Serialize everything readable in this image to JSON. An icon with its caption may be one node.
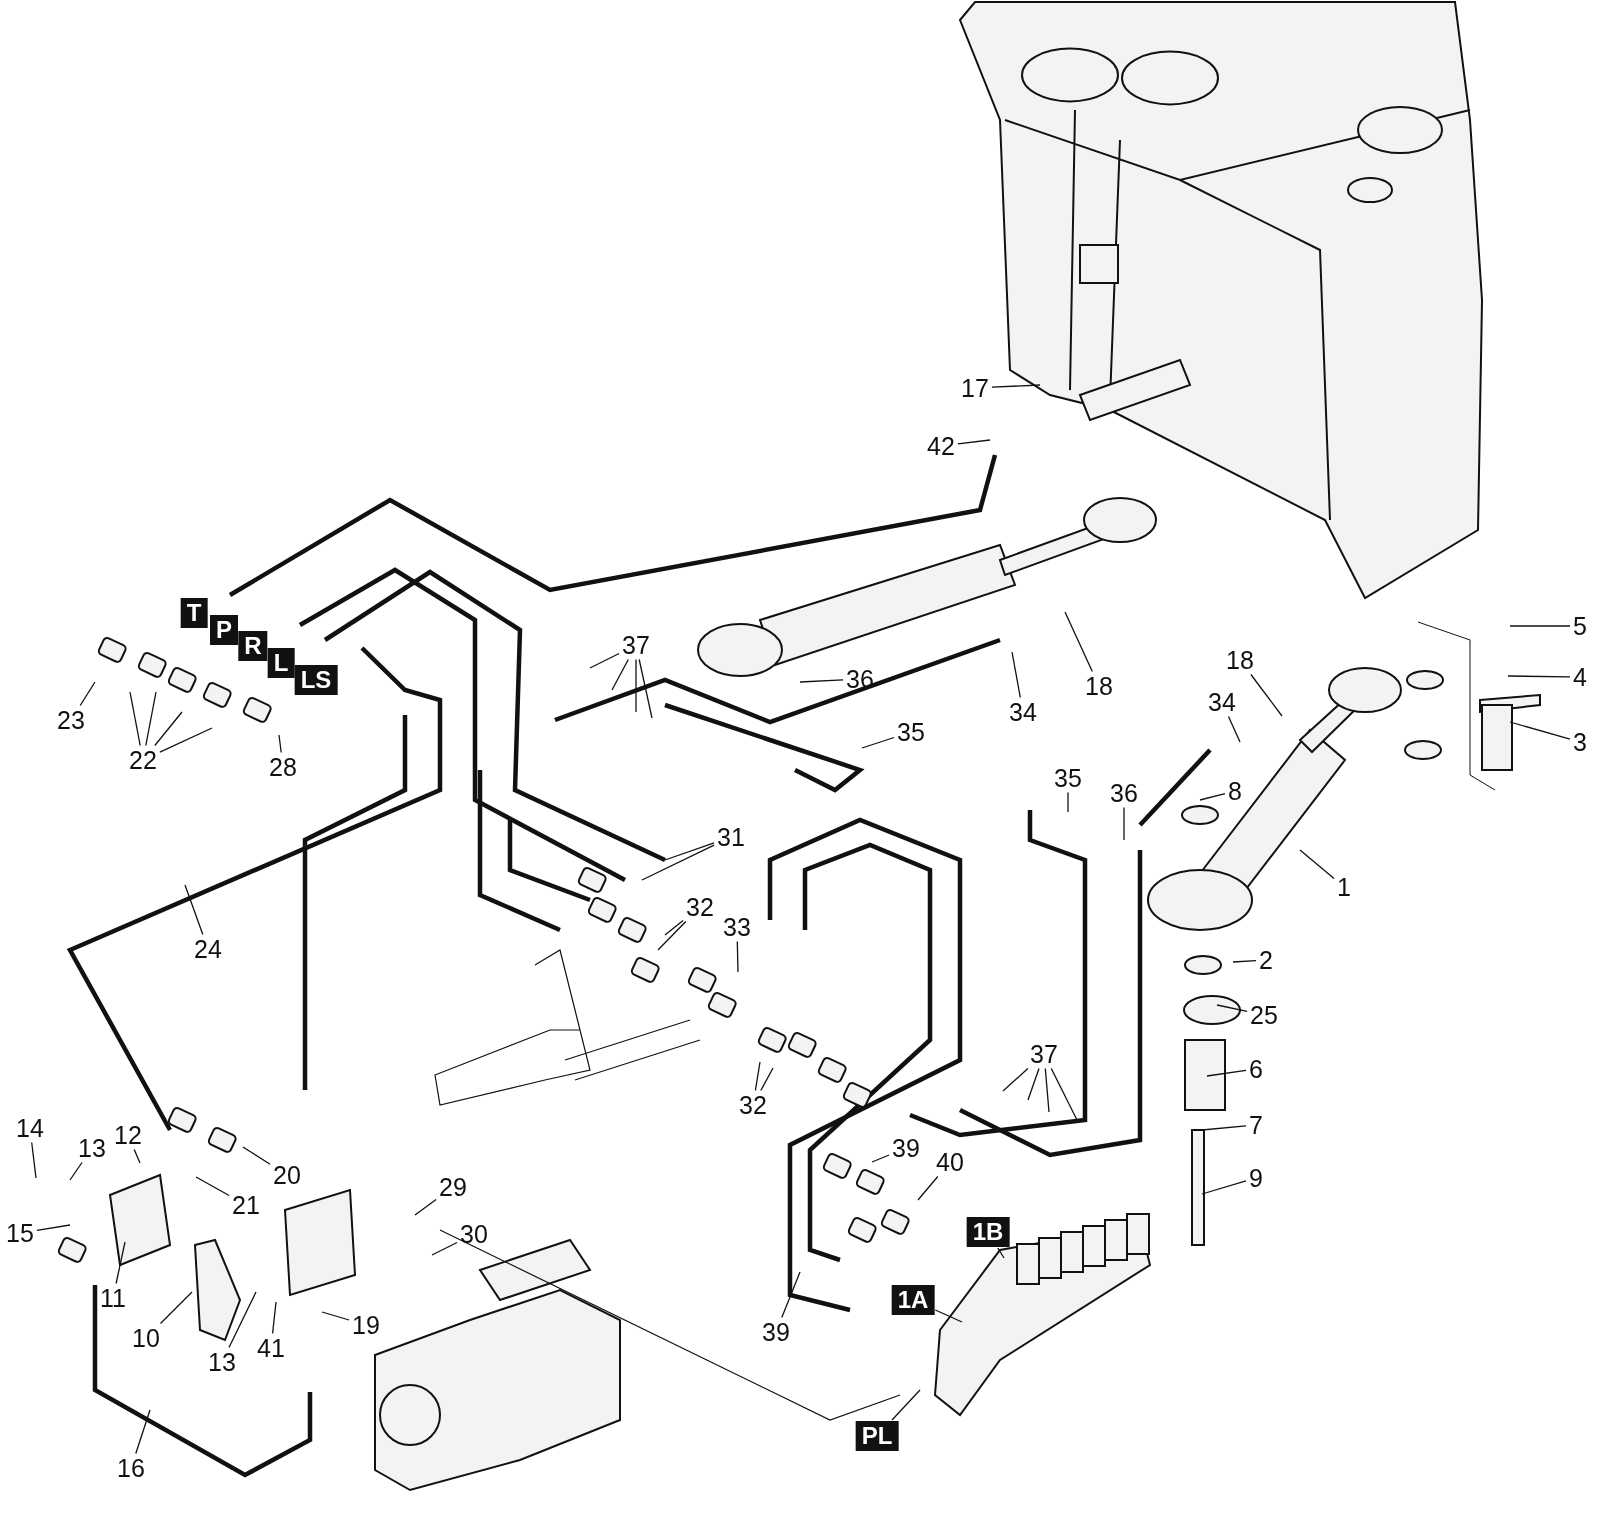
{
  "diagram": {
    "nodes": [
      {
        "text": [
          "17"
        ]
      },
      {
        "text": [
          "42"
        ]
      },
      {
        "text": [
          "37"
        ]
      },
      {
        "text": [
          "36"
        ]
      },
      {
        "text": [
          "18"
        ]
      },
      {
        "text": [
          "34"
        ]
      },
      {
        "text": [
          "35"
        ]
      },
      {
        "text": [
          "5"
        ]
      },
      {
        "text": [
          "4"
        ]
      },
      {
        "text": [
          "3"
        ]
      },
      {
        "text": [
          "18"
        ]
      },
      {
        "text": [
          "34"
        ]
      },
      {
        "text": [
          "35"
        ]
      },
      {
        "text": [
          "36"
        ]
      },
      {
        "text": [
          "8"
        ]
      },
      {
        "text": [
          "23"
        ]
      },
      {
        "text": [
          "22"
        ]
      },
      {
        "text": [
          "28"
        ]
      },
      {
        "text": [
          "31"
        ]
      },
      {
        "text": [
          "1"
        ]
      },
      {
        "text": [
          "32"
        ]
      },
      {
        "text": [
          "33"
        ]
      },
      {
        "text": [
          "24"
        ]
      },
      {
        "text": [
          "2"
        ]
      },
      {
        "text": [
          "25"
        ]
      },
      {
        "text": [
          "6"
        ]
      },
      {
        "text": [
          "37"
        ]
      },
      {
        "text": [
          "32"
        ]
      },
      {
        "text": [
          "7"
        ]
      },
      {
        "text": [
          "14"
        ]
      },
      {
        "text": [
          "12"
        ]
      },
      {
        "text": [
          "13"
        ]
      },
      {
        "text": [
          "39"
        ]
      },
      {
        "text": [
          "20"
        ]
      },
      {
        "text": [
          "9"
        ]
      },
      {
        "text": [
          "40"
        ]
      },
      {
        "text": [
          "29"
        ]
      },
      {
        "text": [
          "21"
        ]
      },
      {
        "text": [
          "15"
        ]
      },
      {
        "text": [
          "30"
        ]
      },
      {
        "text": [
          "1B"
        ]
      },
      {
        "text": [
          "11"
        ]
      },
      {
        "text": [
          "1A"
        ]
      },
      {
        "text": [
          "19"
        ]
      },
      {
        "text": [
          "13"
        ]
      },
      {
        "text": [
          "39"
        ]
      },
      {
        "text": [
          "10"
        ]
      },
      {
        "text": [
          "41"
        ]
      },
      {
        "text": [
          "PL"
        ]
      },
      {
        "text": [
          "16"
        ]
      },
      {
        "text": [
          "T"
        ]
      },
      {
        "text": [
          "P"
        ]
      },
      {
        "text": [
          "R"
        ]
      },
      {
        "text": [
          "L"
        ]
      },
      {
        "text": [
          "LS"
        ]
      }
    ],
    "edges": [
      {
        "from": 0,
        "to": null,
        "arrow": "none"
      },
      {
        "from": 1,
        "to": null,
        "arrow": "none"
      },
      {
        "from": 2,
        "to": null,
        "arrow": "none"
      },
      {
        "from": 2,
        "to": null,
        "arrow": "none"
      },
      {
        "from": 2,
        "to": null,
        "arrow": "none"
      },
      {
        "from": 2,
        "to": null,
        "arrow": "none"
      },
      {
        "from": 3,
        "to": null,
        "arrow": "none"
      },
      {
        "from": 4,
        "to": null,
        "arrow": "none"
      },
      {
        "from": 5,
        "to": null,
        "arrow": "none"
      },
      {
        "from": 6,
        "to": null,
        "arrow": "none"
      },
      {
        "from": 7,
        "to": null,
        "arrow": "none"
      },
      {
        "from": 8,
        "to": null,
        "arrow": "none"
      },
      {
        "from": 9,
        "to": null,
        "arrow": "none"
      },
      {
        "from": 10,
        "to": null,
        "arrow": "none"
      },
      {
        "from": 11,
        "to": null,
        "arrow": "none"
      },
      {
        "from": 12,
        "to": null,
        "arrow": "none"
      },
      {
        "from": 13,
        "to": null,
        "arrow": "none"
      },
      {
        "from": 14,
        "to": null,
        "arrow": "none"
      },
      {
        "from": 15,
        "to": null,
        "arrow": "none"
      },
      {
        "from": 16,
        "to": null,
        "arrow": "none"
      },
      {
        "from": 16,
        "to": null,
        "arrow": "none"
      },
      {
        "from": 16,
        "to": null,
        "arrow": "none"
      },
      {
        "from": 16,
        "to": null,
        "arrow": "none"
      },
      {
        "from": 17,
        "to": null,
        "arrow": "none"
      },
      {
        "from": 18,
        "to": null,
        "arrow": "none"
      },
      {
        "from": 18,
        "to": null,
        "arrow": "none"
      },
      {
        "from": 19,
        "to": null,
        "arrow": "none"
      },
      {
        "from": 20,
        "to": null,
        "arrow": "none"
      },
      {
        "from": 20,
        "to": null,
        "arrow": "none"
      },
      {
        "from": 21,
        "to": null,
        "arrow": "none"
      },
      {
        "from": 22,
        "to": null,
        "arrow": "none"
      },
      {
        "from": 23,
        "to": null,
        "arrow": "none"
      },
      {
        "from": 24,
        "to": null,
        "arrow": "none"
      },
      {
        "from": 25,
        "to": null,
        "arrow": "none"
      },
      {
        "from": 26,
        "to": null,
        "arrow": "none"
      },
      {
        "from": 26,
        "to": null,
        "arrow": "none"
      },
      {
        "from": 26,
        "to": null,
        "arrow": "none"
      },
      {
        "from": 26,
        "to": null,
        "arrow": "none"
      },
      {
        "from": 27,
        "to": null,
        "arrow": "none"
      },
      {
        "from": 27,
        "to": null,
        "arrow": "none"
      },
      {
        "from": 28,
        "to": null,
        "arrow": "none"
      },
      {
        "from": 29,
        "to": null,
        "arrow": "none"
      },
      {
        "from": 30,
        "to": null,
        "arrow": "none"
      },
      {
        "from": 31,
        "to": null,
        "arrow": "none"
      },
      {
        "from": 32,
        "to": null,
        "arrow": "none"
      },
      {
        "from": 33,
        "to": null,
        "arrow": "none"
      },
      {
        "from": 34,
        "to": null,
        "arrow": "none"
      },
      {
        "from": 35,
        "to": null,
        "arrow": "none"
      },
      {
        "from": 36,
        "to": null,
        "arrow": "none"
      },
      {
        "from": 37,
        "to": null,
        "arrow": "none"
      },
      {
        "from": 38,
        "to": null,
        "arrow": "none"
      },
      {
        "from": 39,
        "to": null,
        "arrow": "none"
      },
      {
        "from": 40,
        "to": null,
        "arrow": "none"
      },
      {
        "from": 41,
        "to": null,
        "arrow": "none"
      },
      {
        "from": 42,
        "to": null,
        "arrow": "none"
      },
      {
        "from": 43,
        "to": null,
        "arrow": "none"
      },
      {
        "from": 44,
        "to": null,
        "arrow": "none"
      },
      {
        "from": 45,
        "to": null,
        "arrow": "none"
      },
      {
        "from": 46,
        "to": null,
        "arrow": "none"
      },
      {
        "from": 47,
        "to": null,
        "arrow": "none"
      },
      {
        "from": 48,
        "to": null,
        "arrow": "none"
      },
      {
        "from": 49,
        "to": null,
        "arrow": "none"
      }
    ]
  }
}
